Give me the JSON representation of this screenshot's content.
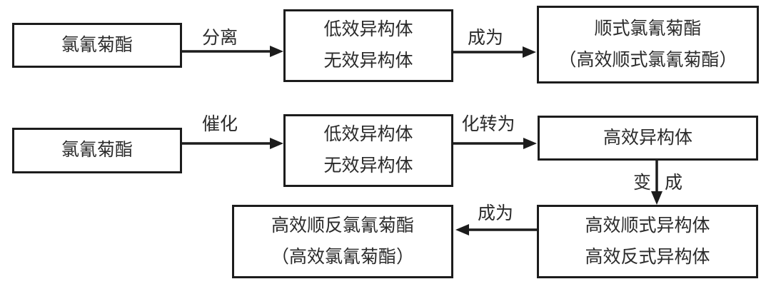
{
  "diagram": {
    "title_semantic": "cypermethrin-isomer-process-flowchart",
    "colors": {
      "background": "#ffffff",
      "line": "#1c1c1c",
      "text": "#2b2b2b"
    },
    "boxes": [
      {
        "id": "cypermethrin-top",
        "lines": [
          "氯氰菊酯"
        ]
      },
      {
        "id": "low-ineffective-isomers-top",
        "lines": [
          "低效异构体",
          "无效异构体"
        ]
      },
      {
        "id": "cis-cypermethrin",
        "lines": [
          "顺式氯氰菊酯",
          "（高效顺式氯氰菊酯）"
        ]
      },
      {
        "id": "cypermethrin-bottom",
        "lines": [
          "氯氰菊酯"
        ]
      },
      {
        "id": "low-ineffective-isomers-bottom",
        "lines": [
          "低效异构体",
          "无效异构体"
        ]
      },
      {
        "id": "high-efficiency-isomer",
        "lines": [
          "高效异构体"
        ]
      },
      {
        "id": "high-efficiency-cis-trans-cypermethrin",
        "lines": [
          "高效顺反氯氰菊酯",
          "（高效氯氰菊酯）"
        ]
      },
      {
        "id": "high-efficiency-cis-trans-isomers",
        "lines": [
          "高效顺式异构体",
          "高效反式异构体"
        ]
      }
    ],
    "arrow_labels": {
      "separate": "分离",
      "become_top": "成为",
      "catalyze": "催化",
      "convert": "化转为",
      "change_into": "变成",
      "become_bottom": "成为"
    }
  }
}
